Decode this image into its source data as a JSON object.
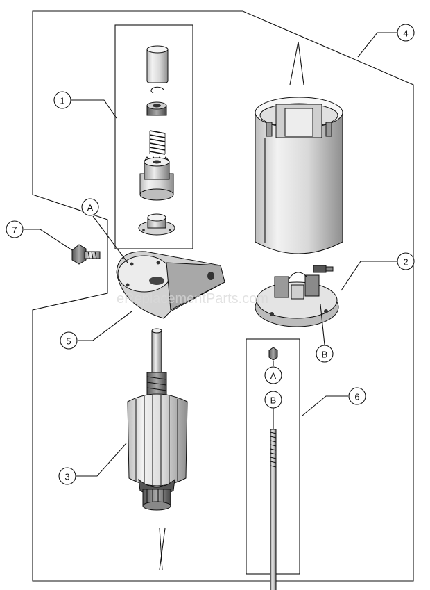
{
  "watermark": "eReplacementParts.com",
  "callouts": {
    "c1": "1",
    "c2": "2",
    "c3": "3",
    "c4": "4",
    "c5": "5",
    "c6": "6",
    "c7": "7",
    "cA1": "A",
    "cA2": "A",
    "cB1": "B",
    "cB2": "B"
  }
}
